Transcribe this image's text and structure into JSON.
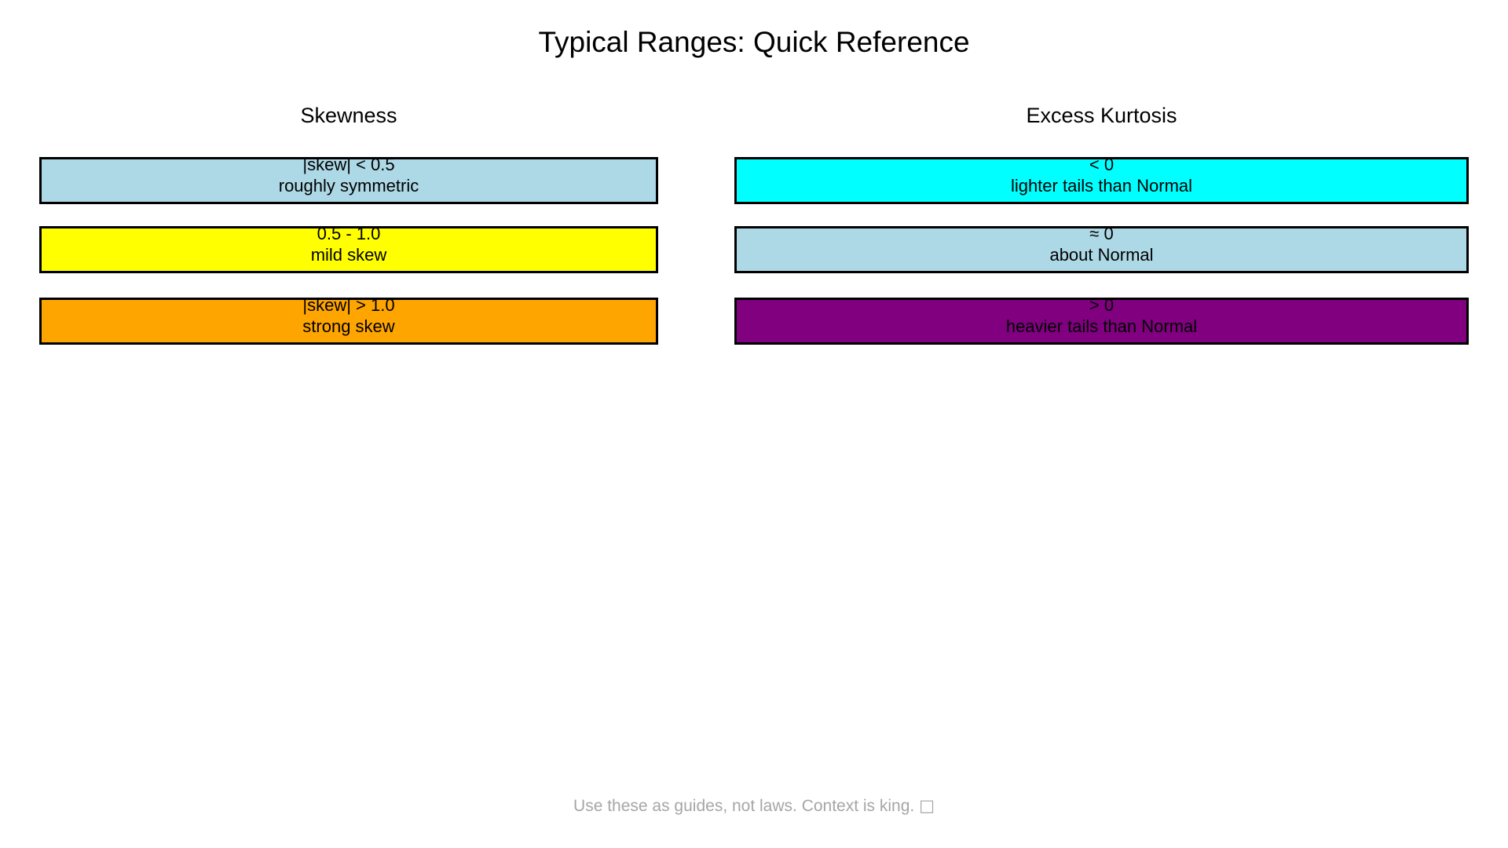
{
  "chart_data": {
    "type": "table",
    "title": "Typical Ranges: Quick Reference",
    "xlabel": "",
    "ylabel": "",
    "grid": false,
    "legend": "none",
    "footnote": "Use these as guides, not laws. Context is king.",
    "footnote_glyph": "□",
    "columns": [
      {
        "name": "skewness",
        "title": "Skewness",
        "bands": [
          {
            "range": "|skew| < 0.5",
            "meaning": "roughly symmetric",
            "color": "#ADD8E6",
            "edge_color": "#000000"
          },
          {
            "range": "0.5 - 1.0",
            "meaning": "mild skew",
            "color": "#FFFF00",
            "edge_color": "#000000"
          },
          {
            "range": "|skew| > 1.0",
            "meaning": "strong skew",
            "color": "#FFA500",
            "edge_color": "#000000"
          }
        ]
      },
      {
        "name": "excess_kurtosis",
        "title": "Excess Kurtosis",
        "bands": [
          {
            "range": "< 0",
            "meaning": "lighter tails than Normal",
            "color": "#00FFFF",
            "edge_color": "#000000"
          },
          {
            "range": "≈ 0",
            "meaning": "about Normal",
            "color": "#ADD8E6",
            "edge_color": "#000000"
          },
          {
            "range": "> 0",
            "meaning": "heavier tails than Normal",
            "color": "#800080",
            "edge_color": "#000000"
          }
        ]
      }
    ]
  }
}
